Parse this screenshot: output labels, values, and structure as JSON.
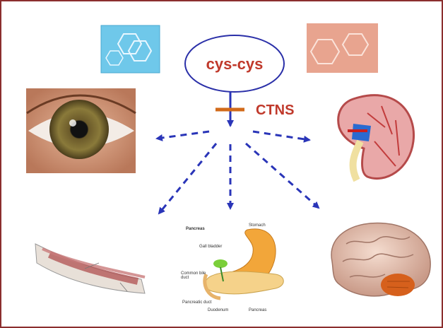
{
  "center": {
    "label": "cys-cys"
  },
  "gene": {
    "label": "CTNS"
  },
  "pancreas_figure": {
    "title": "Pancreas",
    "labels": {
      "stomach": "Stomach",
      "gall_bladder": "Gall bladder",
      "common_bile_duct": "Common bile duct",
      "pancreatic_duct": "Pancreatic duct",
      "duodenum": "Duodenum",
      "pancreas": "Pancreas"
    }
  },
  "colors": {
    "frame": "#8b2e2e",
    "center_ellipse": "#2a2fa8",
    "text_red": "#c0392b",
    "inhibitor_bar": "#d26a1a",
    "arrow": "#2a35b8"
  }
}
